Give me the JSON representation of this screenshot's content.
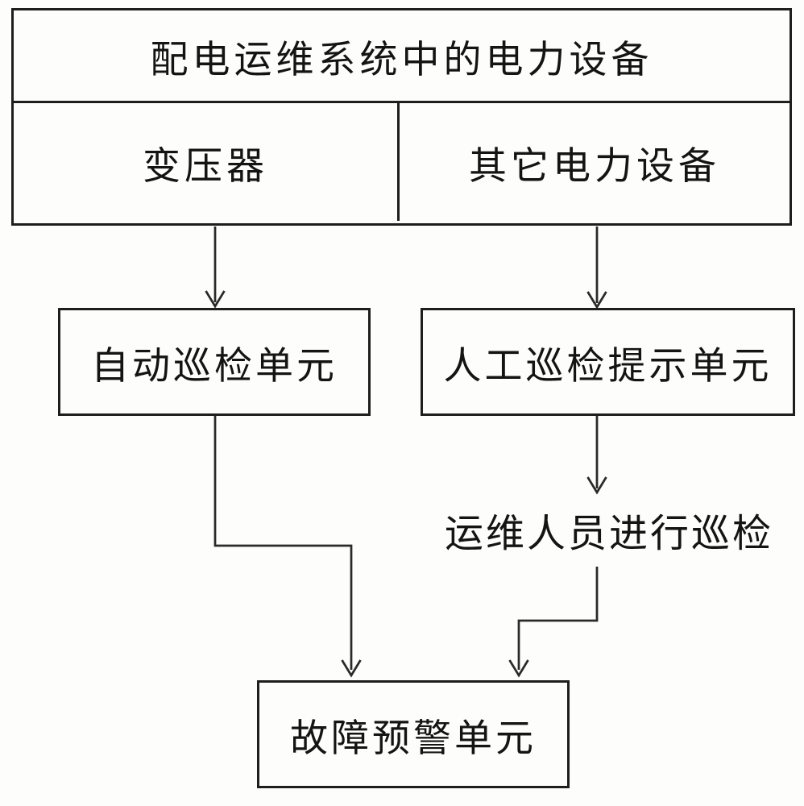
{
  "diagram": {
    "title_box": "配电运维系统中的电力设备",
    "cell_left": "变压器",
    "cell_right": "其它电力设备",
    "box_auto": "自动巡检单元",
    "box_manual": "人工巡检提示单元",
    "label_manual_inspect": "运维人员进行巡检",
    "box_fault": "故障预警单元",
    "edges": [
      {
        "from": "变压器",
        "to": "自动巡检单元"
      },
      {
        "from": "其它电力设备",
        "to": "人工巡检提示单元"
      },
      {
        "from": "自动巡检单元",
        "to": "故障预警单元"
      },
      {
        "from": "人工巡检提示单元",
        "to": "运维人员进行巡检"
      },
      {
        "from": "运维人员进行巡检",
        "to": "故障预警单元"
      }
    ],
    "colors": {
      "line": "#2a2a2a",
      "border": "#1e1e1e",
      "background": "#fdfdfc",
      "text": "#141414"
    }
  }
}
